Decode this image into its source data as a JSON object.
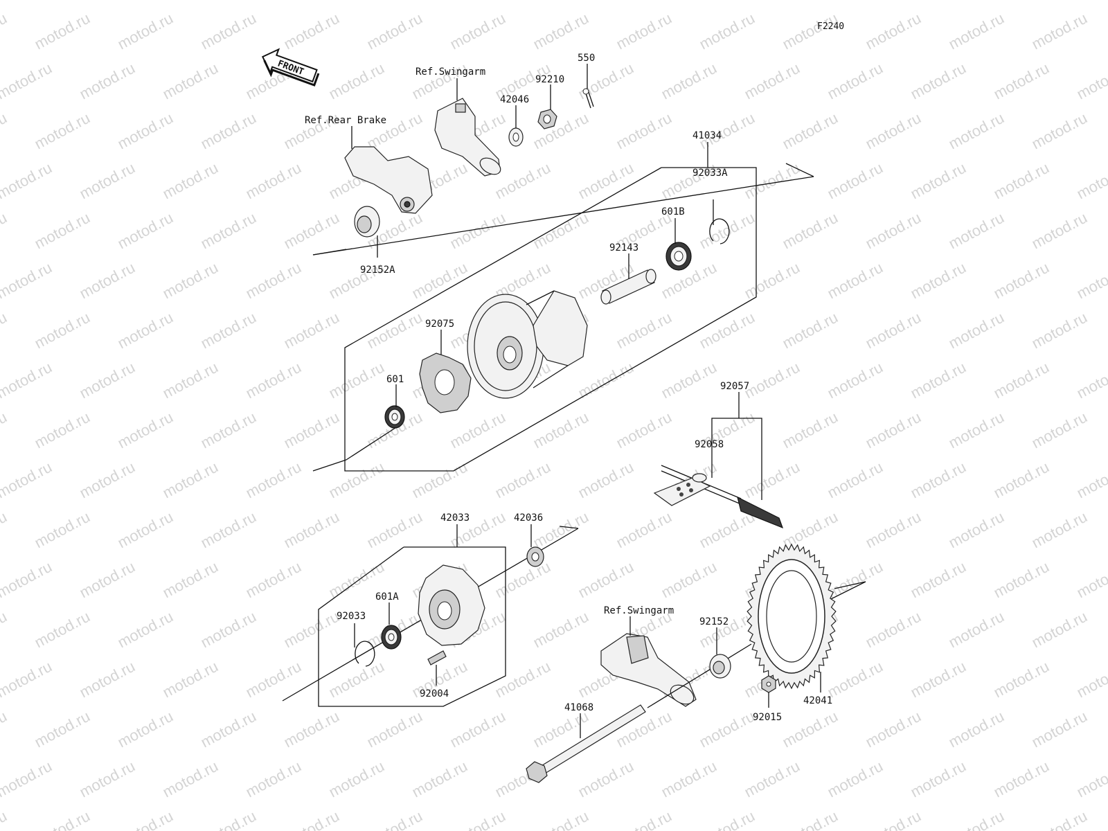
{
  "figure_code": "F2240",
  "front_label": "FRONT",
  "watermark": "motod.ru",
  "refs": {
    "swingarm_top": "Ref.Swingarm",
    "rear_brake": "Ref.Rear Brake",
    "swingarm_bottom": "Ref.Swingarm"
  },
  "parts": {
    "p550": "550",
    "p92210": "92210",
    "p42046": "42046",
    "p41034": "41034",
    "p92033A": "92033A",
    "p601B": "601B",
    "p92143": "92143",
    "p92152A": "92152A",
    "p92075": "92075",
    "p601": "601",
    "p92057": "92057",
    "p92058": "92058",
    "p42033": "42033",
    "p42036": "42036",
    "p601A": "601A",
    "p92033": "92033",
    "p92004": "92004",
    "p92152": "92152",
    "p42041": "42041",
    "p92015": "92015",
    "p41068": "41068"
  }
}
